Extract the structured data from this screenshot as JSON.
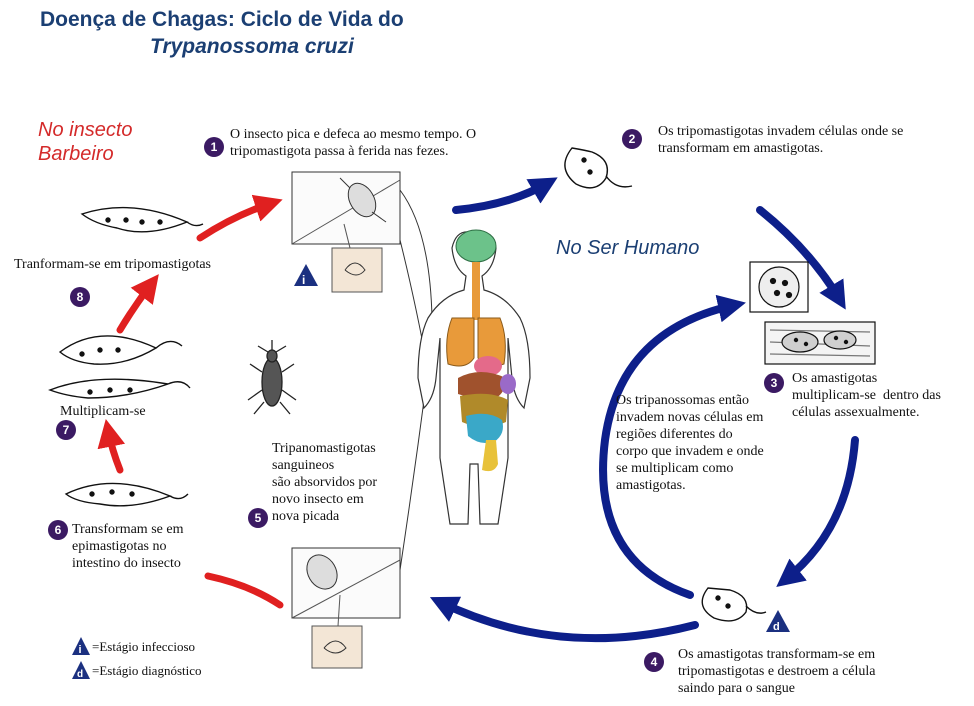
{
  "title": {
    "line1": "Doença de Chagas: Ciclo de Vida do",
    "line2": "Trypanossoma cruzi"
  },
  "zones": {
    "insect": "No insecto\nBarbeiro",
    "human": "No Ser Humano"
  },
  "steps": [
    {
      "number": "1",
      "text": "O insecto pica e defeca ao mesmo tempo. O\ntripomastigota passa à ferida nas fezes."
    },
    {
      "number": "2",
      "text": "Os tripomastigotas invadem células onde se\ntransformam em amastigotas."
    },
    {
      "number": "3",
      "text": "Os amastigotas\nmultiplicam-se  dentro das\ncélulas assexualmente."
    },
    {
      "number": "4",
      "text": "Os amastigotas transformam-se em\ntripomastigotas e destroem a célula\nsaindo para o sangue"
    },
    {
      "number": "5",
      "text": "Tripanomastigotas\nsanguineos\nsão absorvidos por\nnovo insecto em\nnova picada"
    },
    {
      "number": "6",
      "text": "Transformam se em\nepimastigotas no\nintestino do insecto"
    },
    {
      "number": "7",
      "text": "Multiplicam-se"
    },
    {
      "number": "8",
      "text": "Tranformam-se em tripomastigotas"
    }
  ],
  "center_note": "Os tripanossomas então\ninvadem novas células em\nregiões diferentes do\ncorpo que invadem e onde\nse multiplicam como\namastigotas.",
  "legend": {
    "infective_symbol": "i",
    "infective_label": "=Estágio infeccioso",
    "diagnostic_symbol": "d",
    "diagnostic_label": "=Estágio diagnóstico"
  },
  "colors": {
    "title": "#1b3f73",
    "insect_arrows": "#e02020",
    "human_arrows": "#0d1f8a",
    "step_badge": "#3b1a63",
    "insect_label": "#d42a2a",
    "human_label": "#1b3f73"
  },
  "icons": [
    "infective-stage-triangle-icon",
    "diagnostic-stage-triangle-icon",
    "triatomine-bug-icon",
    "human-body-icon",
    "trypomastigote-icon",
    "epimastigote-icon",
    "amastigote-cell-icon"
  ]
}
